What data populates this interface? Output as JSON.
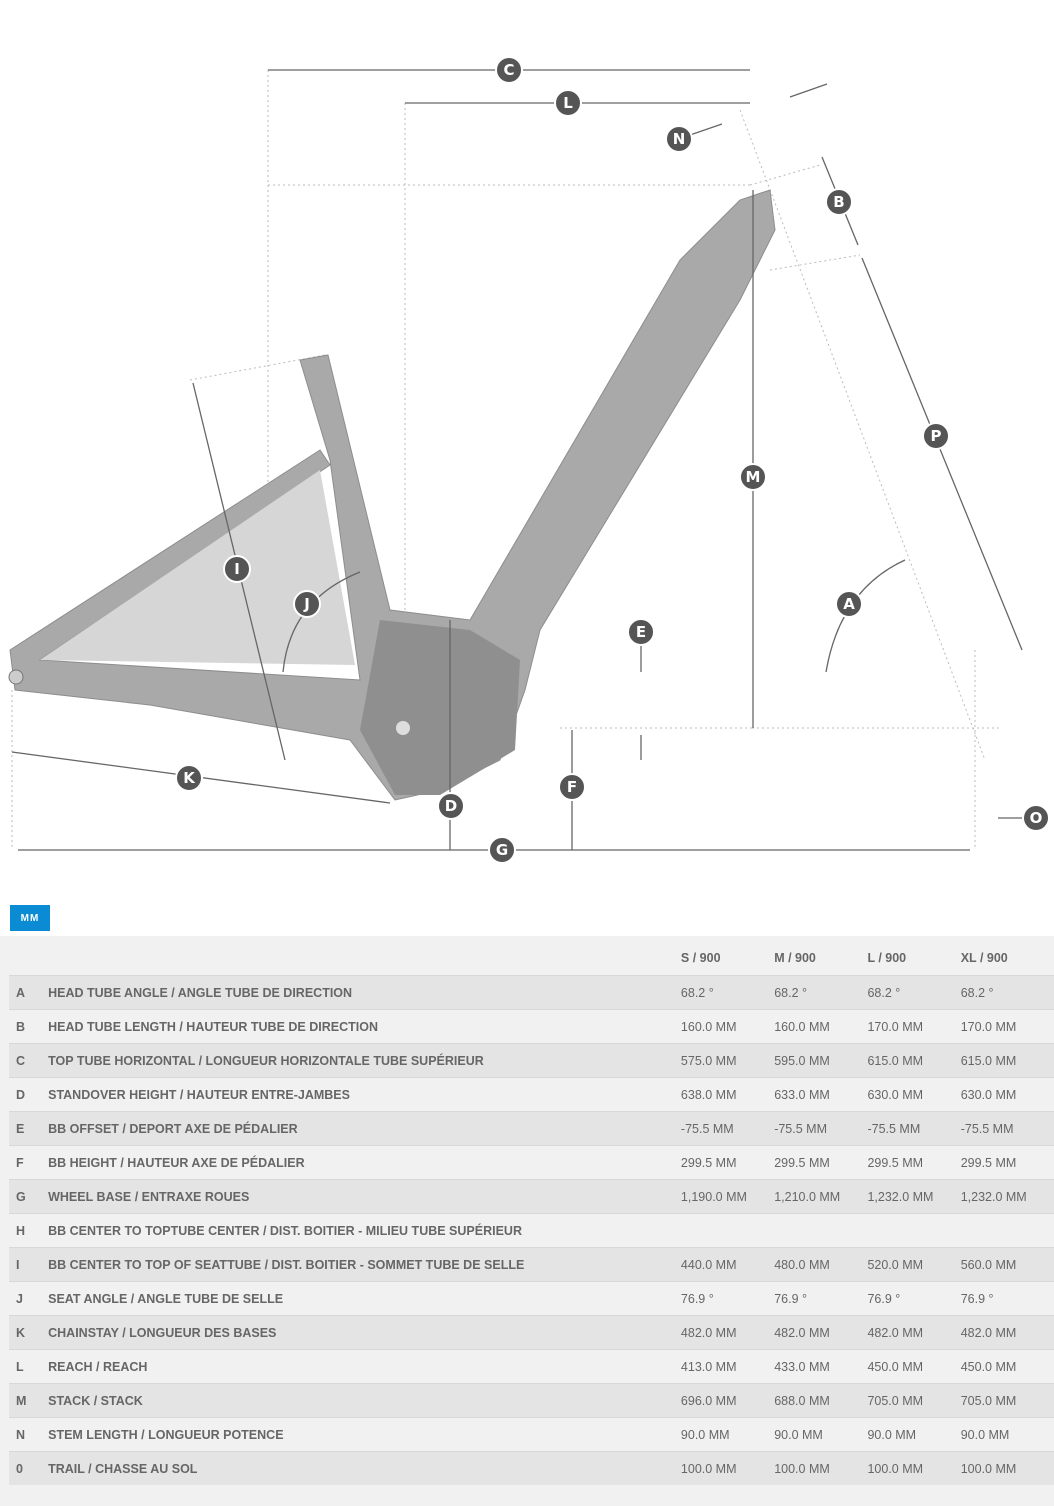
{
  "diagram": {
    "labels": {
      "A": "A",
      "B": "B",
      "C": "C",
      "D": "D",
      "E": "E",
      "F": "F",
      "G": "G",
      "I": "I",
      "J": "J",
      "K": "K",
      "L": "L",
      "M": "M",
      "N": "N",
      "O": "O",
      "P": "P"
    }
  },
  "unit_tab": "MM",
  "table": {
    "columns": [
      "S / 900",
      "M / 900",
      "L / 900",
      "XL / 900"
    ],
    "rows": [
      {
        "key": "A",
        "name": "HEAD TUBE ANGLE / ANGLE TUBE DE DIRECTION",
        "values": [
          "68.2 °",
          "68.2 °",
          "68.2 °",
          "68.2 °"
        ]
      },
      {
        "key": "B",
        "name": "HEAD TUBE LENGTH / HAUTEUR TUBE DE DIRECTION",
        "values": [
          "160.0 MM",
          "160.0 MM",
          "170.0 MM",
          "170.0 MM"
        ]
      },
      {
        "key": "C",
        "name": "TOP TUBE HORIZONTAL / LONGUEUR HORIZONTALE TUBE SUPÉRIEUR",
        "values": [
          "575.0 MM",
          "595.0 MM",
          "615.0 MM",
          "615.0 MM"
        ]
      },
      {
        "key": "D",
        "name": "STANDOVER HEIGHT / HAUTEUR ENTRE-JAMBES",
        "values": [
          "638.0 MM",
          "633.0 MM",
          "630.0 MM",
          "630.0 MM"
        ]
      },
      {
        "key": "E",
        "name": "BB OFFSET / DEPORT AXE DE PÉDALIER",
        "values": [
          "-75.5 MM",
          "-75.5 MM",
          "-75.5 MM",
          "-75.5 MM"
        ]
      },
      {
        "key": "F",
        "name": "BB HEIGHT / HAUTEUR AXE DE PÉDALIER",
        "values": [
          "299.5 MM",
          "299.5 MM",
          "299.5 MM",
          "299.5 MM"
        ]
      },
      {
        "key": "G",
        "name": "WHEEL BASE / ENTRAXE ROUES",
        "values": [
          "1,190.0 MM",
          "1,210.0 MM",
          "1,232.0 MM",
          "1,232.0 MM"
        ]
      },
      {
        "key": "H",
        "name": "BB CENTER TO TOPTUBE CENTER / DIST. BOITIER - MILIEU TUBE SUPÉRIEUR",
        "values": [
          "",
          "",
          "",
          ""
        ]
      },
      {
        "key": "I",
        "name": "BB CENTER TO TOP OF SEATTUBE / DIST. BOITIER - SOMMET TUBE DE SELLE",
        "values": [
          "440.0 MM",
          "480.0 MM",
          "520.0 MM",
          "560.0 MM"
        ]
      },
      {
        "key": "J",
        "name": "SEAT ANGLE / ANGLE TUBE DE SELLE",
        "values": [
          "76.9 °",
          "76.9 °",
          "76.9 °",
          "76.9 °"
        ]
      },
      {
        "key": "K",
        "name": "CHAINSTAY / LONGUEUR DES BASES",
        "values": [
          "482.0 MM",
          "482.0 MM",
          "482.0 MM",
          "482.0 MM"
        ]
      },
      {
        "key": "L",
        "name": "REACH / REACH",
        "values": [
          "413.0 MM",
          "433.0 MM",
          "450.0 MM",
          "450.0 MM"
        ]
      },
      {
        "key": "M",
        "name": "STACK / STACK",
        "values": [
          "696.0 MM",
          "688.0 MM",
          "705.0 MM",
          "705.0 MM"
        ]
      },
      {
        "key": "N",
        "name": "STEM LENGTH / LONGUEUR POTENCE",
        "values": [
          "90.0 MM",
          "90.0 MM",
          "90.0 MM",
          "90.0 MM"
        ]
      },
      {
        "key": "0",
        "name": "TRAIL / CHASSE AU SOL",
        "values": [
          "100.0 MM",
          "100.0 MM",
          "100.0 MM",
          "100.0 MM"
        ]
      }
    ]
  }
}
